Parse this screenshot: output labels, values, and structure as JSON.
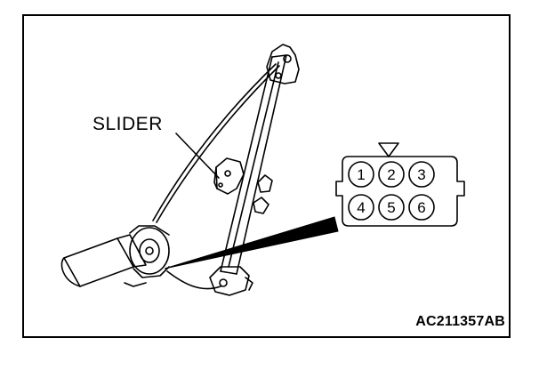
{
  "labels": {
    "slider": "SLIDER",
    "figure_code": "AC211357AB"
  },
  "connector": {
    "pins": [
      "1",
      "2",
      "3",
      "4",
      "5",
      "6"
    ]
  },
  "colors": {
    "ink": "#000000",
    "background": "#ffffff"
  }
}
